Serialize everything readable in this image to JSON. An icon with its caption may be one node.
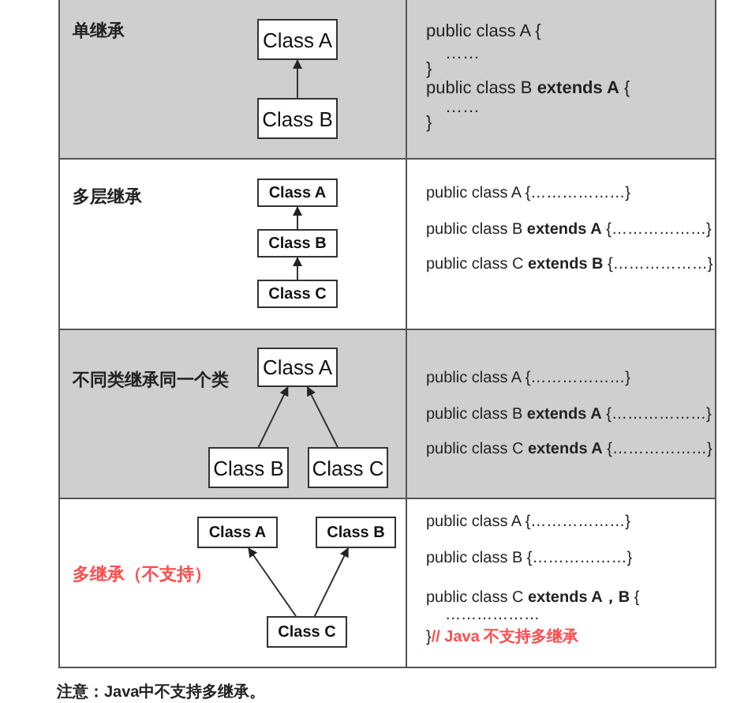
{
  "diagram": {
    "nodes": [
      {
        "text": [
          "单继承"
        ]
      },
      {
        "text": [
          "Class A"
        ],
        "in": 0
      },
      {
        "text": [
          "Class B"
        ],
        "in": 0
      },
      {
        "text": [
          "public class A {",
          "……",
          "}",
          "public class B **extends A** {",
          "……",
          "}"
        ]
      },
      {
        "text": [
          "多层继承"
        ]
      },
      {
        "text": [
          "Class A"
        ],
        "in": 4
      },
      {
        "text": [
          "Class B"
        ],
        "in": 4
      },
      {
        "text": [
          "Class C"
        ],
        "in": 4
      },
      {
        "text": [
          "public class A {………………}",
          "public class B **extends A** {………………}",
          "public class C **extends B** {………………}"
        ]
      },
      {
        "text": [
          "不同类继承同一个类"
        ]
      },
      {
        "text": [
          "Class A"
        ],
        "in": 9
      },
      {
        "text": [
          "Class B"
        ],
        "in": 9
      },
      {
        "text": [
          "Class C"
        ],
        "in": 9
      },
      {
        "text": [
          "public class A {………………}",
          "public class B **extends A** {………………}",
          "public class C **extends A** {………………}"
        ]
      },
      {
        "text": [
          "多继承（不支持）"
        ]
      },
      {
        "text": [
          "Class A"
        ],
        "in": 14
      },
      {
        "text": [
          "Class B"
        ],
        "in": 14
      },
      {
        "text": [
          "Class C"
        ],
        "in": 14
      },
      {
        "text": [
          "public class A {………………}",
          "public class B {………………}",
          "public class C **extends A，B** {",
          "………………",
          "}**// Java 不支持多继承**"
        ]
      }
    ],
    "edges": [
      {
        "from": 2,
        "to": 1,
        "arrow": "to"
      },
      {
        "from": 6,
        "to": 5,
        "arrow": "to"
      },
      {
        "from": 7,
        "to": 6,
        "arrow": "to"
      },
      {
        "from": 11,
        "to": 10,
        "arrow": "to"
      },
      {
        "from": 12,
        "to": 10,
        "arrow": "to"
      },
      {
        "from": 17,
        "to": 15,
        "arrow": "to"
      },
      {
        "from": 17,
        "to": 16,
        "arrow": "to"
      }
    ],
    "labels": [
      "注意：Java中不支持多继承。"
    ]
  }
}
